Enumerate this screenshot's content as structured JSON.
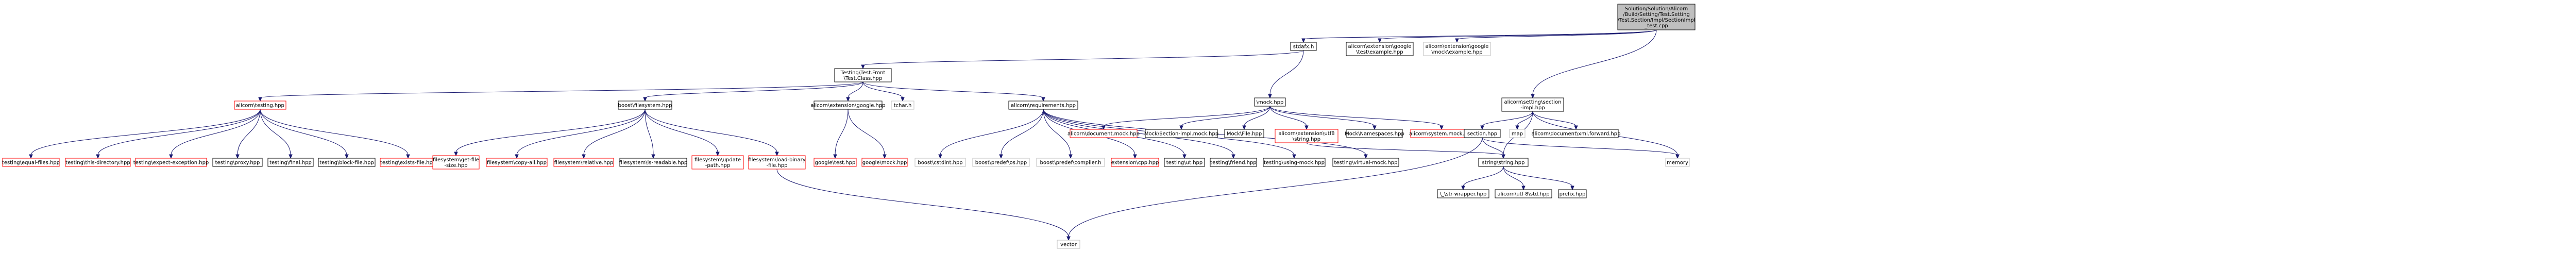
{
  "colors": {
    "root_fill": "#bfbfbf",
    "root_border": "#000000",
    "node_fill": "#ffffff",
    "node_border": "#000000",
    "missing_border": "#ff0000",
    "undocumented_border": "#bfbfbf",
    "edge": "#191970"
  },
  "nodes": [
    {
      "id": "root",
      "label": [
        "Solution/Solution/Alicorn",
        "/Build/Setting/Test.Setting",
        "/Test.Section/Impl/SectionImpl",
        "_test.cpp"
      ],
      "style": "root"
    },
    {
      "id": "stdafx",
      "label": [
        "stdafx.h"
      ],
      "style": "normal"
    },
    {
      "id": "ext_example",
      "label": [
        "alicorn\\extension\\google",
        "\\test\\example.hpp"
      ],
      "style": "normal"
    },
    {
      "id": "mock_example",
      "label": [
        "alicorn\\extension\\google",
        "\\mock\\example.hpp"
      ],
      "style": "undocumented"
    },
    {
      "id": "tf_class",
      "label": [
        "Testing\\Test.Front",
        "\\Test.Class.hpp"
      ],
      "style": "normal"
    },
    {
      "id": "mock_hpp",
      "label": [
        "\\mock.hpp"
      ],
      "style": "normal"
    },
    {
      "id": "sect_impl",
      "label": [
        "alicorn\\setting\\section",
        "-impl.hpp"
      ],
      "style": "normal"
    },
    {
      "id": "alicorn_testing",
      "label": [
        "alicorn\\testing.hpp"
      ],
      "style": "missing"
    },
    {
      "id": "boost_fs",
      "label": [
        "boost\\filesystem.hpp"
      ],
      "style": "normal"
    },
    {
      "id": "ext_google",
      "label": [
        "alicorn\\extension\\google.hpp"
      ],
      "style": "normal"
    },
    {
      "id": "tchar",
      "label": [
        "tchar.h"
      ],
      "style": "undocumented"
    },
    {
      "id": "requirements",
      "label": [
        "alicorn\\requirements.hpp"
      ],
      "style": "normal"
    },
    {
      "id": "doc_mock",
      "label": [
        "alicorn\\document.mock.hpp"
      ],
      "style": "missing"
    },
    {
      "id": "mock_sect_impl",
      "label": [
        "Mock\\Section-impl.mock.hpp"
      ],
      "style": "normal"
    },
    {
      "id": "mock_file",
      "label": [
        "Mock\\File.hpp"
      ],
      "style": "normal"
    },
    {
      "id": "ext_utf8",
      "label": [
        "alicorn\\extension\\utf8",
        "\\string.hpp"
      ],
      "style": "missing"
    },
    {
      "id": "mock_ns",
      "label": [
        "Mock\\Namespaces.hpp"
      ],
      "style": "normal"
    },
    {
      "id": "sys_mock",
      "label": [
        "alicorn\\system.mock.hpp"
      ],
      "style": "missing"
    },
    {
      "id": "section_hpp",
      "label": [
        "section.hpp"
      ],
      "style": "normal"
    },
    {
      "id": "map",
      "label": [
        "map"
      ],
      "style": "undocumented"
    },
    {
      "id": "doc_fwd",
      "label": [
        "alicorn\\document\\xml.forward.hpp"
      ],
      "style": "normal"
    },
    {
      "id": "t_equal",
      "label": [
        "testing\\equal-files.hpp"
      ],
      "style": "missing"
    },
    {
      "id": "t_thisdir",
      "label": [
        "testing\\this-directory.hpp"
      ],
      "style": "missing"
    },
    {
      "id": "t_expect",
      "label": [
        "testing\\expect-exception.hpp"
      ],
      "style": "missing"
    },
    {
      "id": "t_proxy",
      "label": [
        "testing\\proxy.hpp"
      ],
      "style": "normal"
    },
    {
      "id": "t_final",
      "label": [
        "testing\\final.hpp"
      ],
      "style": "normal"
    },
    {
      "id": "t_block",
      "label": [
        "testing\\block-file.hpp"
      ],
      "style": "normal"
    },
    {
      "id": "t_exists",
      "label": [
        "testing\\exists-file.hpp"
      ],
      "style": "missing"
    },
    {
      "id": "fs_getsize",
      "label": [
        "filesystem\\get-file",
        "-size.hpp"
      ],
      "style": "missing"
    },
    {
      "id": "fs_copyall",
      "label": [
        "filesystem\\copy-all.hpp"
      ],
      "style": "missing"
    },
    {
      "id": "fs_relative",
      "label": [
        "filesystem\\relative.hpp"
      ],
      "style": "missing"
    },
    {
      "id": "fs_readable",
      "label": [
        "filesystem\\is-readable.hpp"
      ],
      "style": "normal"
    },
    {
      "id": "fs_update",
      "label": [
        "filesystem\\update",
        "-path.hpp"
      ],
      "style": "missing"
    },
    {
      "id": "fs_loadbin",
      "label": [
        "filesystem\\load-binary",
        "-file.hpp"
      ],
      "style": "missing"
    },
    {
      "id": "google_test",
      "label": [
        "google\\test.hpp"
      ],
      "style": "missing"
    },
    {
      "id": "google_mock",
      "label": [
        "google\\mock.hpp"
      ],
      "style": "missing"
    },
    {
      "id": "boost_cstdint",
      "label": [
        "boost\\cstdint.hpp"
      ],
      "style": "undocumented"
    },
    {
      "id": "boost_predef_os",
      "label": [
        "boost\\predef\\os.hpp"
      ],
      "style": "undocumented"
    },
    {
      "id": "boost_predef_comp",
      "label": [
        "boost\\predef\\compiler.h"
      ],
      "style": "undocumented"
    },
    {
      "id": "ext_cpp",
      "label": [
        "extension\\cpp.hpp"
      ],
      "style": "missing"
    },
    {
      "id": "testing_ut",
      "label": [
        "testing\\ut.hpp"
      ],
      "style": "normal"
    },
    {
      "id": "testing_friend",
      "label": [
        "testing\\friend.hpp"
      ],
      "style": "normal"
    },
    {
      "id": "testing_using_mock",
      "label": [
        "testing\\using-mock.hpp"
      ],
      "style": "normal"
    },
    {
      "id": "testing_virtual_mock",
      "label": [
        "testing\\virtual-mock.hpp"
      ],
      "style": "normal"
    },
    {
      "id": "string_hpp",
      "label": [
        "string\\string.hpp"
      ],
      "style": "normal"
    },
    {
      "id": "memory",
      "label": [
        "memory"
      ],
      "style": "undocumented"
    },
    {
      "id": "vector",
      "label": [
        "vector"
      ],
      "style": "undocumented"
    },
    {
      "id": "tstr_wrapper",
      "label": [
        "\\_\\str-wrapper.hpp"
      ],
      "style": "normal"
    },
    {
      "id": "utf8_std",
      "label": [
        "alicorn\\utf-8\\std.hpp"
      ],
      "style": "normal"
    },
    {
      "id": "prefix",
      "label": [
        "prefix.hpp"
      ],
      "style": "normal"
    }
  ],
  "edges": [
    [
      "root",
      "stdafx"
    ],
    [
      "root",
      "ext_example"
    ],
    [
      "root",
      "mock_example"
    ],
    [
      "root",
      "sect_impl"
    ],
    [
      "stdafx",
      "tf_class"
    ],
    [
      "stdafx",
      "mock_hpp"
    ],
    [
      "tf_class",
      "alicorn_testing"
    ],
    [
      "tf_class",
      "boost_fs"
    ],
    [
      "tf_class",
      "ext_google"
    ],
    [
      "tf_class",
      "tchar"
    ],
    [
      "tf_class",
      "requirements"
    ],
    [
      "alicorn_testing",
      "t_equal"
    ],
    [
      "alicorn_testing",
      "t_thisdir"
    ],
    [
      "alicorn_testing",
      "t_expect"
    ],
    [
      "alicorn_testing",
      "t_proxy"
    ],
    [
      "alicorn_testing",
      "t_final"
    ],
    [
      "alicorn_testing",
      "t_block"
    ],
    [
      "alicorn_testing",
      "t_exists"
    ],
    [
      "boost_fs",
      "fs_getsize"
    ],
    [
      "boost_fs",
      "fs_copyall"
    ],
    [
      "boost_fs",
      "fs_relative"
    ],
    [
      "boost_fs",
      "fs_readable"
    ],
    [
      "boost_fs",
      "fs_update"
    ],
    [
      "boost_fs",
      "fs_loadbin"
    ],
    [
      "fs_loadbin",
      "vector"
    ],
    [
      "ext_google",
      "google_test"
    ],
    [
      "ext_google",
      "google_mock"
    ],
    [
      "requirements",
      "boost_cstdint"
    ],
    [
      "requirements",
      "boost_predef_os"
    ],
    [
      "requirements",
      "boost_predef_comp"
    ],
    [
      "requirements",
      "ext_cpp"
    ],
    [
      "requirements",
      "testing_ut"
    ],
    [
      "requirements",
      "testing_friend"
    ],
    [
      "requirements",
      "testing_using_mock"
    ],
    [
      "requirements",
      "testing_virtual_mock"
    ],
    [
      "mock_hpp",
      "doc_mock"
    ],
    [
      "mock_hpp",
      "mock_sect_impl"
    ],
    [
      "mock_hpp",
      "mock_file"
    ],
    [
      "mock_hpp",
      "ext_utf8"
    ],
    [
      "mock_hpp",
      "mock_ns"
    ],
    [
      "mock_hpp",
      "sys_mock"
    ],
    [
      "ext_utf8",
      "string_hpp"
    ],
    [
      "sect_impl",
      "section_hpp"
    ],
    [
      "sect_impl",
      "map"
    ],
    [
      "sect_impl",
      "doc_fwd"
    ],
    [
      "sect_impl",
      "string_hpp"
    ],
    [
      "sect_impl",
      "memory"
    ],
    [
      "section_hpp",
      "string_hpp"
    ],
    [
      "section_hpp",
      "memory"
    ],
    [
      "section_hpp",
      "vector"
    ],
    [
      "string_hpp",
      "tstr_wrapper"
    ],
    [
      "string_hpp",
      "utf8_std"
    ],
    [
      "string_hpp",
      "prefix"
    ]
  ]
}
